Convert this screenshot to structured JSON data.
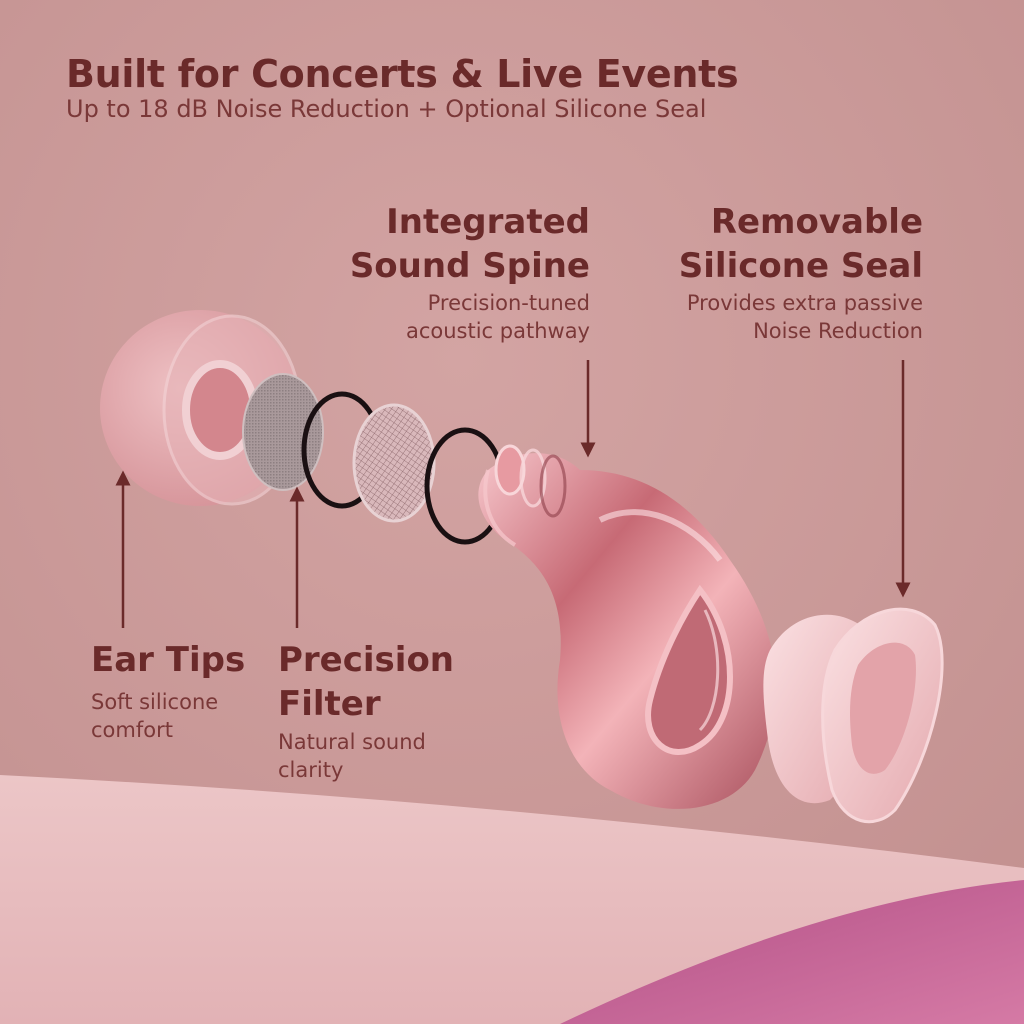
{
  "headline": "Built for Concerts & Live Events",
  "subheadline": "Up to 18 dB Noise Reduction + Optional Silicone Seal",
  "callouts": {
    "spine": {
      "title_line1": "Integrated",
      "title_line2": "Sound Spine",
      "desc_line1": "Precision-tuned",
      "desc_line2": "acoustic pathway"
    },
    "seal": {
      "title_line1": "Removable",
      "title_line2": "Silicone Seal",
      "desc_line1": "Provides extra passive",
      "desc_line2": "Noise Reduction"
    },
    "ear_tips": {
      "title_line1": "Ear Tips",
      "desc_line1": "Soft silicone",
      "desc_line2": "comfort"
    },
    "filter": {
      "title_line1": "Precision",
      "title_line2": "Filter",
      "desc_line1": "Natural sound",
      "desc_line2": "clarity"
    }
  },
  "colors": {
    "background": "#c99a98",
    "text": "#6a2a2a",
    "arrow": "#6b2a2a",
    "product_rose_gold": "#d9838a",
    "floor": "#e6b9bb",
    "accent_magenta": "#c0608e"
  }
}
